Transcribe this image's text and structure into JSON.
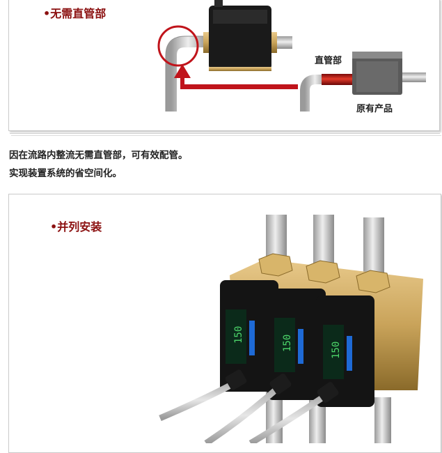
{
  "section1": {
    "heading": "•无需直管部",
    "label_straight_pipe": "直管部",
    "label_original_product": "原有产品"
  },
  "paragraphs": [
    "因在流路内整流无需直管部，可有效配管。",
    "实现装置系统的省空间化。"
  ],
  "section2": {
    "heading": "•并列安装",
    "display_value": "150"
  },
  "colors": {
    "heading": "#8b1010",
    "arrow": "#c0141b",
    "pipe": "#bdbdbd",
    "sensor_body": "#1a1a1a",
    "brass": "#c9a35a"
  }
}
